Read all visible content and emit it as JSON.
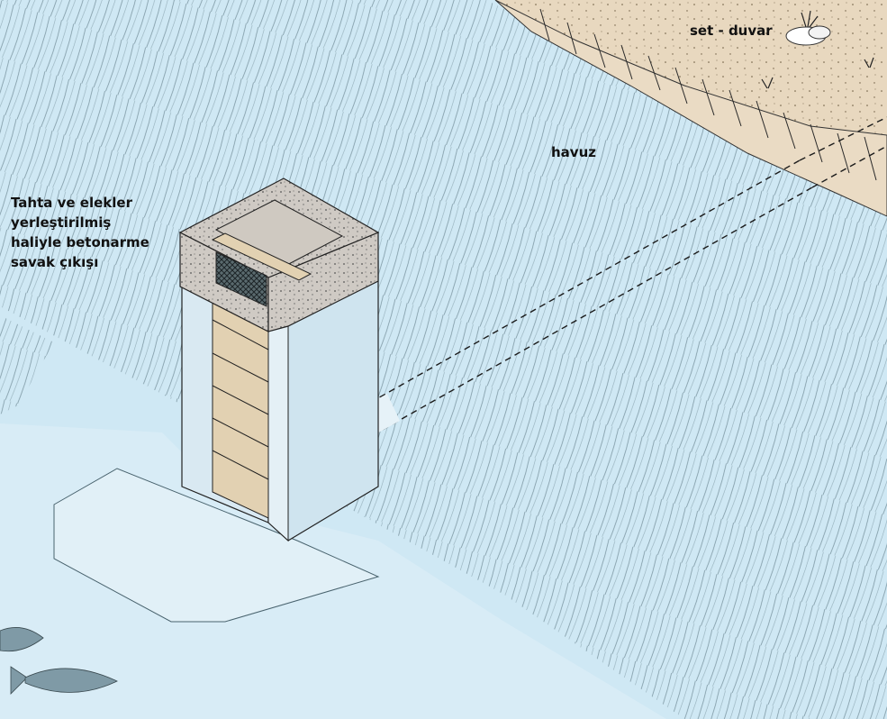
{
  "labels": {
    "monk_outlet": "Tahta ve elekler yerleştirilmiş haliyle betonarme savak çıkışı",
    "pond": "havuz",
    "dam_wall": "set - duvar"
  },
  "colors": {
    "water": "#cfe8f4",
    "water_dark": "#b9dcec",
    "hatch": "#3a5560",
    "soil": "#e8d8bf",
    "concrete_top": "#cfcac4",
    "concrete_side": "#dbe9f2",
    "wood": "#e2d1b2",
    "fish": "#7f9aa6"
  }
}
